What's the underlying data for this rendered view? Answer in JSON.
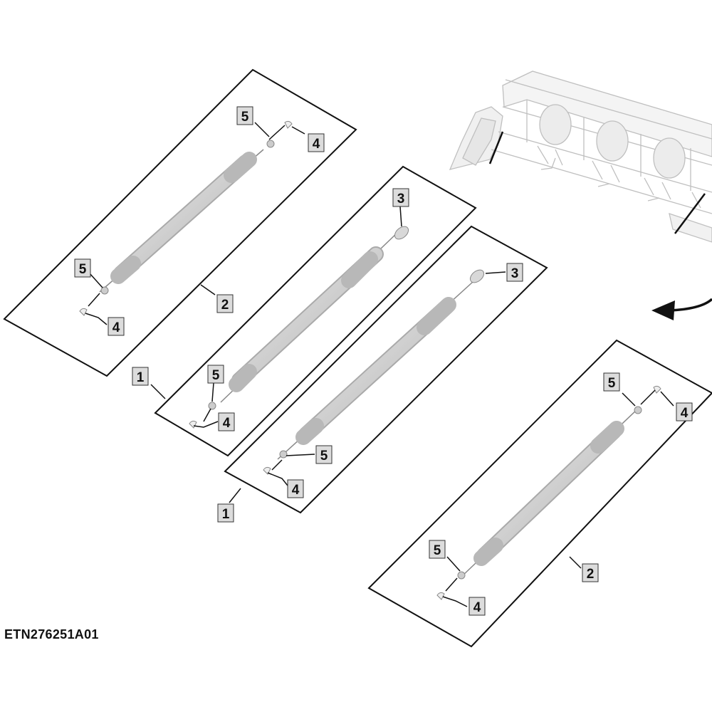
{
  "figure_id": "ETN276251A01",
  "callouts": [
    {
      "label": "5"
    },
    {
      "label": "4"
    },
    {
      "label": "5"
    },
    {
      "label": "4"
    },
    {
      "label": "2"
    },
    {
      "label": "3"
    },
    {
      "label": "5"
    },
    {
      "label": "4"
    },
    {
      "label": "1"
    },
    {
      "label": "3"
    },
    {
      "label": "5"
    },
    {
      "label": "4"
    },
    {
      "label": "1"
    },
    {
      "label": "5"
    },
    {
      "label": "4"
    },
    {
      "label": "5"
    },
    {
      "label": "4"
    },
    {
      "label": "2"
    }
  ],
  "colors": {
    "line": "#111111",
    "part_fill": "#d3d3d3",
    "part_stroke": "#9a9a9a",
    "callout_box": "#dcdcdc",
    "machine": "#c8c8c8"
  }
}
